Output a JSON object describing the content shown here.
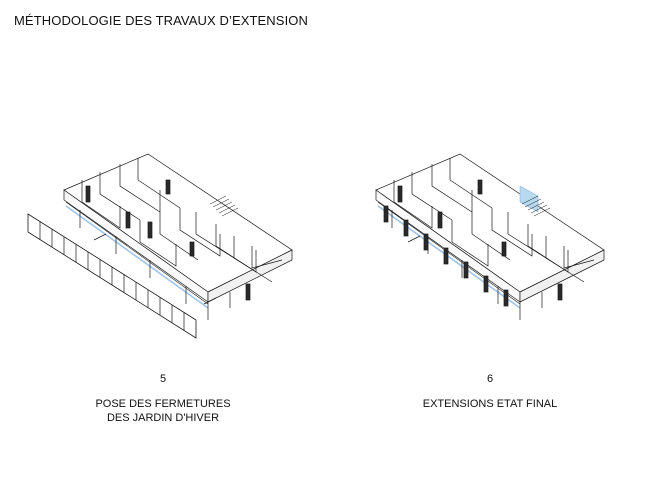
{
  "title": "MÉTHODOLOGIE DES TRAVAUX D’EXTENSION",
  "steps": [
    {
      "number": "5",
      "caption": [
        "POSE DES FERMETURES",
        "DES JARDIN D'HIVER"
      ]
    },
    {
      "number": "6",
      "caption": [
        "EXTENSIONS ETAT FINAL"
      ]
    }
  ],
  "colors": {
    "line": "#1a1a1a",
    "glazing_blue": "#9ec5ee",
    "extension_blue": "#b6d9f0",
    "panel_dark": "#2a2a2a"
  },
  "icons": [
    "axonometric-plan-drawing",
    "facade-panel-elevation"
  ]
}
